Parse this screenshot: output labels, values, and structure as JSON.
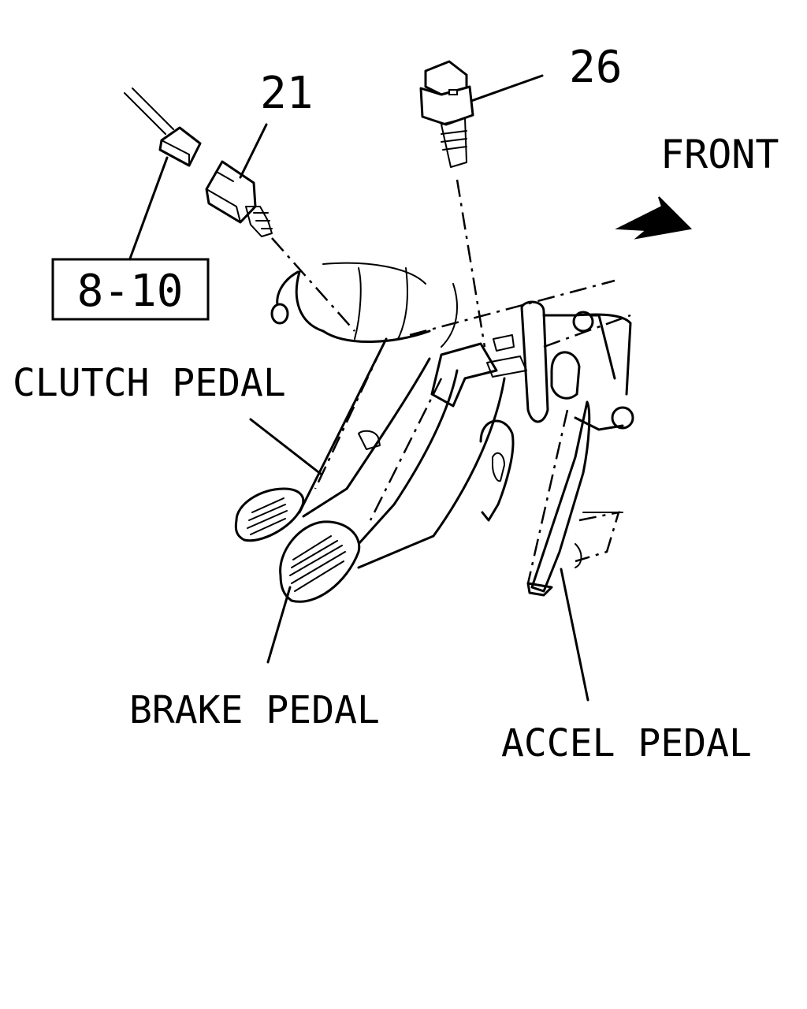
{
  "labels": {
    "part_21": "21",
    "part_26": "26",
    "ref_box": "8-10",
    "front": "FRONT",
    "clutch_pedal": "CLUTCH PEDAL",
    "brake_pedal": "BRAKE PEDAL",
    "accel_pedal": "ACCEL PEDAL"
  },
  "colors": {
    "ink": "#000000",
    "paper": "#ffffff"
  },
  "icons": {
    "direction": "front-arrow-icon"
  }
}
